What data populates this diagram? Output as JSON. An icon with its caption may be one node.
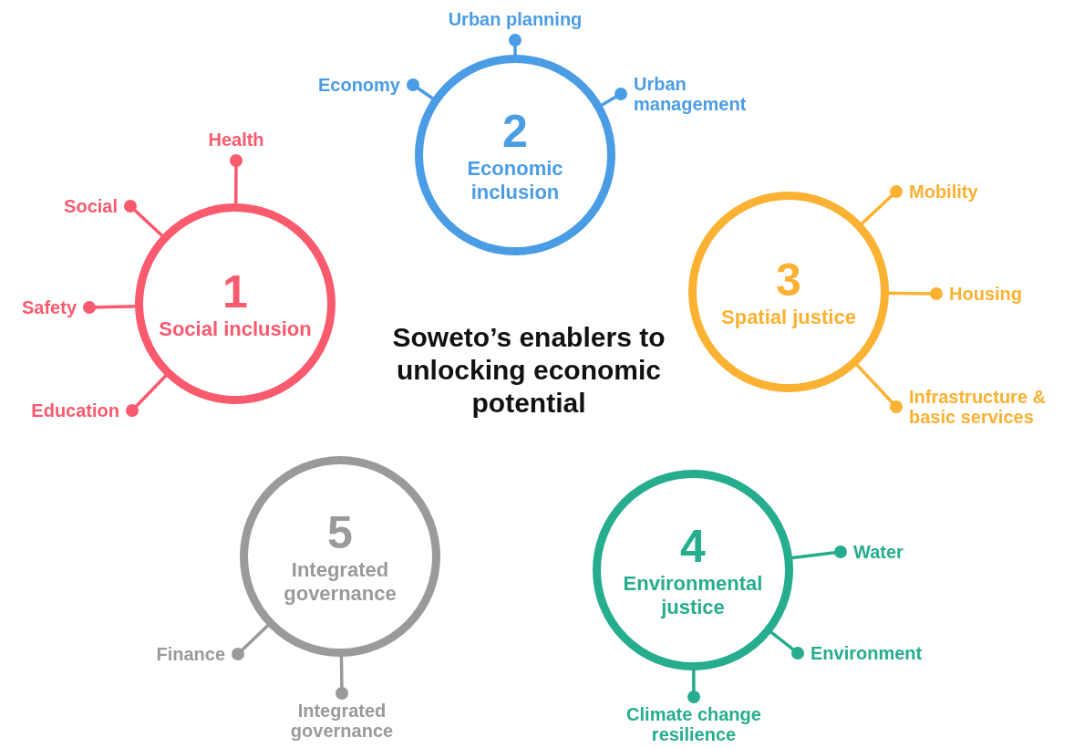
{
  "diagram": {
    "title": "Soweto’s enablers to unlocking economic potential",
    "nodes": [
      {
        "text": [
          "1",
          "Social inclusion"
        ]
      },
      {
        "text": [
          "Health"
        ]
      },
      {
        "text": [
          "Social"
        ]
      },
      {
        "text": [
          "Safety"
        ]
      },
      {
        "text": [
          "Education"
        ]
      },
      {
        "text": [
          "2",
          "Economic inclusion"
        ]
      },
      {
        "text": [
          "Urban planning"
        ]
      },
      {
        "text": [
          "Economy"
        ]
      },
      {
        "text": [
          "Urban management"
        ]
      },
      {
        "text": [
          "3",
          "Spatial justice"
        ]
      },
      {
        "text": [
          "Mobility"
        ]
      },
      {
        "text": [
          "Housing"
        ]
      },
      {
        "text": [
          "Infrastructure & basic services"
        ]
      },
      {
        "text": [
          "4",
          "Environmental justice"
        ]
      },
      {
        "text": [
          "Water"
        ]
      },
      {
        "text": [
          "Environment"
        ]
      },
      {
        "text": [
          "Climate change resilience"
        ]
      },
      {
        "text": [
          "5",
          "Integrated governance"
        ]
      },
      {
        "text": [
          "Finance"
        ]
      },
      {
        "text": [
          "Integrated governance"
        ]
      }
    ],
    "edges": [
      {
        "from": 0,
        "to": 1,
        "arrow": "other",
        "color": "#f95a6e"
      },
      {
        "from": 0,
        "to": 2,
        "arrow": "other",
        "color": "#f95a6e"
      },
      {
        "from": 0,
        "to": 3,
        "arrow": "other",
        "color": "#f95a6e"
      },
      {
        "from": 0,
        "to": 4,
        "arrow": "other",
        "color": "#f95a6e"
      },
      {
        "from": 5,
        "to": 6,
        "arrow": "other",
        "color": "#4a9de4"
      },
      {
        "from": 5,
        "to": 7,
        "arrow": "other",
        "color": "#4a9de4"
      },
      {
        "from": 5,
        "to": 8,
        "arrow": "other",
        "color": "#4a9de4"
      },
      {
        "from": 9,
        "to": 10,
        "arrow": "other",
        "color": "#fbb131"
      },
      {
        "from": 9,
        "to": 11,
        "arrow": "other",
        "color": "#fbb131"
      },
      {
        "from": 9,
        "to": 12,
        "arrow": "other",
        "color": "#fbb131"
      },
      {
        "from": 13,
        "to": 14,
        "arrow": "other",
        "color": "#25ad8e"
      },
      {
        "from": 13,
        "to": 15,
        "arrow": "other",
        "color": "#25ad8e"
      },
      {
        "from": 13,
        "to": 16,
        "arrow": "other",
        "color": "#25ad8e"
      },
      {
        "from": 17,
        "to": 18,
        "arrow": "other",
        "color": "#9a9a9a"
      },
      {
        "from": 17,
        "to": 19,
        "arrow": "other",
        "color": "#9a9a9a"
      }
    ]
  }
}
